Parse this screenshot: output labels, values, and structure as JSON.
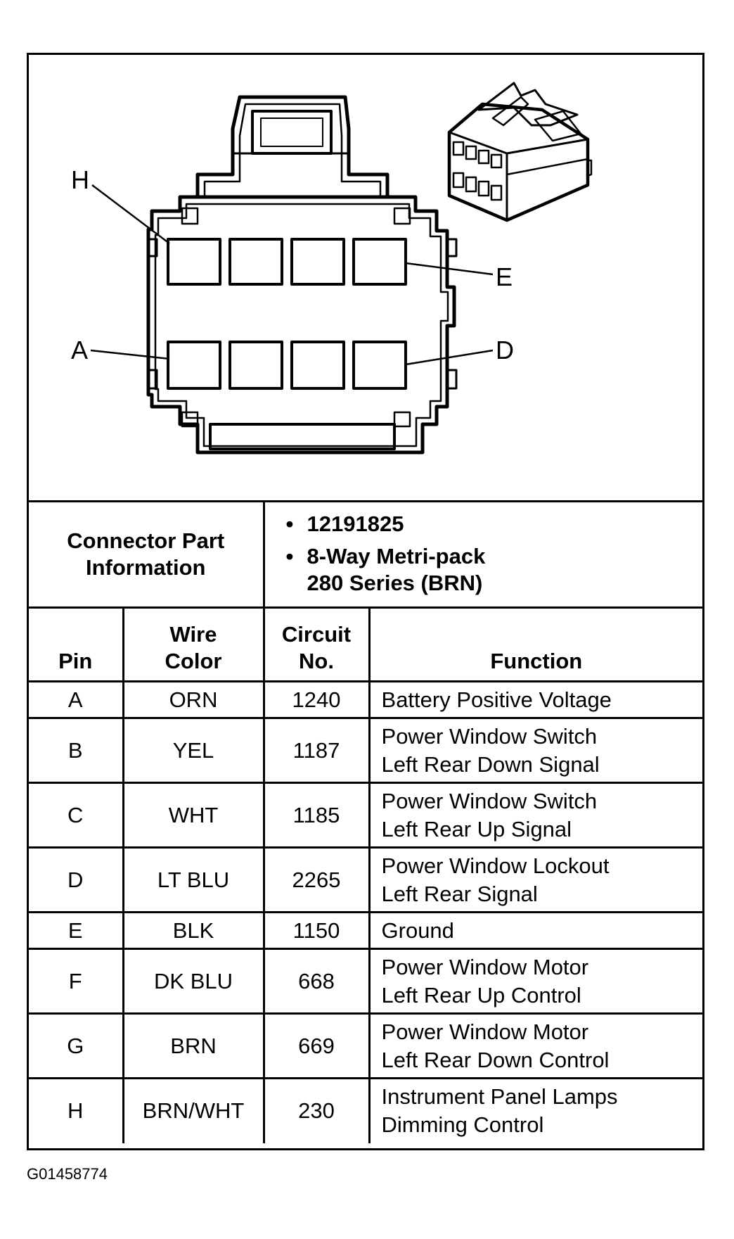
{
  "pin_labels": {
    "h": "H",
    "e": "E",
    "a": "A",
    "d": "D"
  },
  "connector_info": {
    "label": [
      "Connector Part",
      "Information"
    ],
    "items": [
      "12191825",
      "8-Way Metri-pack",
      "280 Series (BRN)"
    ]
  },
  "columns": {
    "pin": "Pin",
    "wire_color": [
      "Wire",
      "Color"
    ],
    "circuit_no": [
      "Circuit",
      "No."
    ],
    "function": "Function"
  },
  "rows": [
    {
      "pin": "A",
      "color": "ORN",
      "circuit": "1240",
      "function": [
        "Battery Positive Voltage"
      ]
    },
    {
      "pin": "B",
      "color": "YEL",
      "circuit": "1187",
      "function": [
        "Power Window Switch",
        "Left Rear Down Signal"
      ]
    },
    {
      "pin": "C",
      "color": "WHT",
      "circuit": "1185",
      "function": [
        "Power Window Switch",
        "Left Rear Up Signal"
      ]
    },
    {
      "pin": "D",
      "color": "LT BLU",
      "circuit": "2265",
      "function": [
        "Power Window Lockout",
        "Left Rear Signal"
      ]
    },
    {
      "pin": "E",
      "color": "BLK",
      "circuit": "1150",
      "function": [
        "Ground"
      ]
    },
    {
      "pin": "F",
      "color": "DK BLU",
      "circuit": "668",
      "function": [
        "Power Window Motor",
        "Left Rear Up Control"
      ]
    },
    {
      "pin": "G",
      "color": "BRN",
      "circuit": "669",
      "function": [
        "Power Window Motor",
        "Left Rear Down Control"
      ]
    },
    {
      "pin": "H",
      "color": "BRN/WHT",
      "circuit": "230",
      "function": [
        "Instrument Panel Lamps",
        "Dimming Control"
      ]
    }
  ],
  "figure_id": "G01458774"
}
